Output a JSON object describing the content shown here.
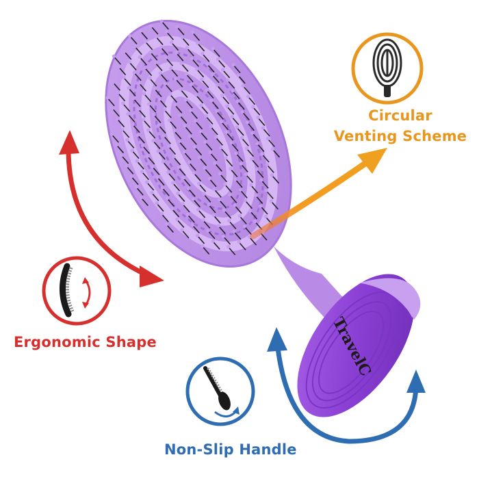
{
  "labels": {
    "venting_line1": "Circular",
    "venting_line2": "Venting Scheme",
    "ergonomic": "Ergonomic Shape",
    "handle": "Non-Slip Handle"
  },
  "brand": {
    "handle_logo": "TravelC"
  },
  "colors": {
    "brush_lilac": "#b98ae6",
    "handle_purple": "#8a3fd4",
    "venting_orange": "#f0a020",
    "ergonomic_red": "#d6302e",
    "handle_blue": "#2f6db3"
  },
  "icons": {
    "venting": "oval-vent-brush-icon",
    "ergonomic": "curved-brush-icon",
    "handle": "grip-brush-icon"
  }
}
